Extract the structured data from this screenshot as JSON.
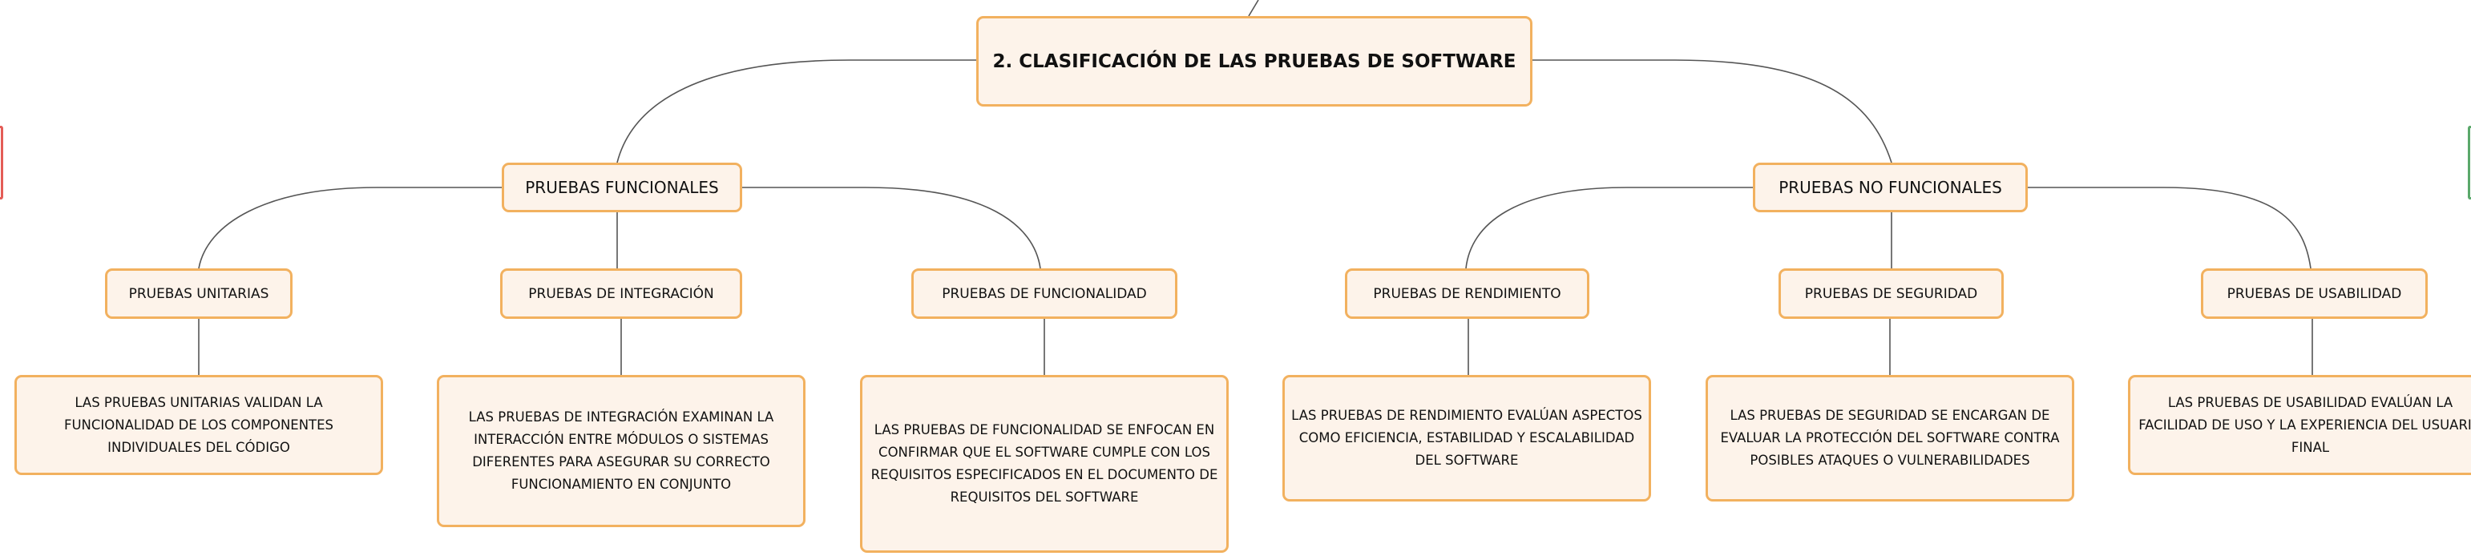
{
  "colors": {
    "node_fill": "#fdf3ea",
    "node_border": "#f2b15f",
    "connector": "#555555",
    "edge_left": "#e45c56",
    "edge_right": "#5aa86a"
  },
  "root": {
    "label": "2. CLASIFICACIÓN DE LAS PRUEBAS DE SOFTWARE"
  },
  "categories": [
    {
      "label": "PRUEBAS FUNCIONALES",
      "children": [
        {
          "label": "PRUEBAS UNITARIAS",
          "description": [
            "LAS PRUEBAS UNITARIAS VALIDAN LA",
            "FUNCIONALIDAD DE LOS COMPONENTES",
            "INDIVIDUALES DEL CÓDIGO"
          ]
        },
        {
          "label": "PRUEBAS DE INTEGRACIÓN",
          "description": [
            "LAS PRUEBAS DE INTEGRACIÓN EXAMINAN LA",
            "INTERACCIÓN ENTRE MÓDULOS O SISTEMAS",
            "DIFERENTES PARA ASEGURAR SU CORRECTO",
            "FUNCIONAMIENTO EN CONJUNTO"
          ]
        },
        {
          "label": "PRUEBAS DE FUNCIONALIDAD",
          "description": [
            "LAS PRUEBAS DE FUNCIONALIDAD SE ENFOCAN EN",
            "CONFIRMAR QUE EL SOFTWARE CUMPLE CON LOS",
            "REQUISITOS ESPECIFICADOS EN EL DOCUMENTO DE",
            "REQUISITOS DEL SOFTWARE"
          ]
        }
      ]
    },
    {
      "label": "PRUEBAS NO FUNCIONALES",
      "children": [
        {
          "label": "PRUEBAS DE RENDIMIENTO",
          "description": [
            "LAS PRUEBAS DE RENDIMIENTO EVALÚAN ASPECTOS",
            "COMO EFICIENCIA, ESTABILIDAD Y ESCALABILIDAD",
            "DEL SOFTWARE"
          ]
        },
        {
          "label": "PRUEBAS DE SEGURIDAD",
          "description": [
            "LAS PRUEBAS DE SEGURIDAD SE ENCARGAN DE",
            "EVALUAR LA PROTECCIÓN DEL SOFTWARE CONTRA",
            "POSIBLES ATAQUES O VULNERABILIDADES"
          ]
        },
        {
          "label": "PRUEBAS DE USABILIDAD",
          "description": [
            "LAS PRUEBAS DE USABILIDAD EVALÚAN LA",
            "FACILIDAD DE USO Y LA EXPERIENCIA DEL USUARIO",
            "FINAL"
          ]
        }
      ]
    }
  ]
}
